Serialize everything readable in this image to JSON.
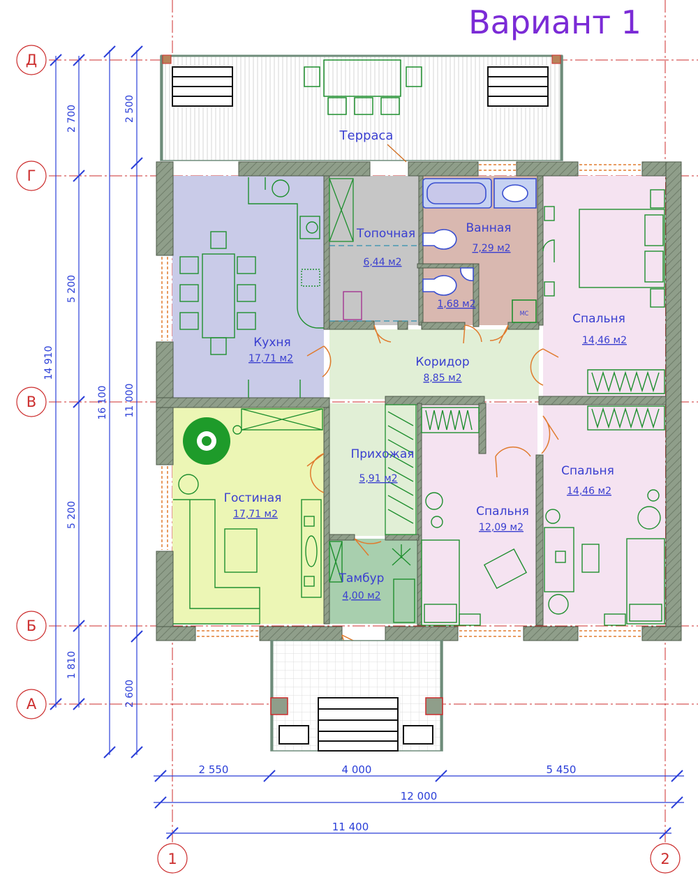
{
  "title": "Вариант 1",
  "colors": {
    "wall": "#8f9e8a",
    "axis": "#cc2d2d",
    "dim": "#2b3fd8",
    "title": "#7b2bd6",
    "room_text": "#3a3fd0",
    "furniture": "#1f8f2f",
    "kitchen": "#c9cbe8",
    "living": "#ecf6b5",
    "corridor": "#e1efd6",
    "boiler": "#c6c6c6",
    "bath": "#d9b8b0",
    "bedroom": "#f5e3f1",
    "tambur": "#a8cfae"
  },
  "axes": {
    "horizontal": [
      "Д",
      "Г",
      "В",
      "Б",
      "А"
    ],
    "vertical": [
      "1",
      "2"
    ]
  },
  "rooms": {
    "terrace": {
      "name": "Терраса"
    },
    "kitchen": {
      "name": "Кухня",
      "area": "17,71 м2"
    },
    "boiler": {
      "name": "Топочная",
      "area": "6,44 м2"
    },
    "bathroom": {
      "name": "Ванная",
      "area": "7,29 м2"
    },
    "wc": {
      "area": "1,68 м2"
    },
    "bedroom_top": {
      "name": "Спальня",
      "area": "14,46 м2"
    },
    "corridor": {
      "name": "Коридор",
      "area": "8,85 м2"
    },
    "living": {
      "name": "Гостиная",
      "area": "17,71 м2"
    },
    "hall": {
      "name": "Прихожая",
      "area": "5,91 м2"
    },
    "bedroom_mid": {
      "name": "Спальня",
      "area": "12,09 м2"
    },
    "bedroom_right": {
      "name": "Спальня",
      "area": "14,46 м2"
    },
    "tambur": {
      "name": "Тамбур",
      "area": "4,00 м2"
    },
    "ms_label": "МС"
  },
  "dims_left": {
    "outer": "14 910",
    "overall": "16 100",
    "inner": "11 000",
    "d_g": "2 700",
    "g_v": "5 200",
    "v_b": "5 200",
    "b_a": "1 810",
    "terrace": "2 500",
    "porch": "2 600"
  },
  "dims_bottom": {
    "seg1": "2 550",
    "seg2": "4 000",
    "seg3": "5 450",
    "total_outer": "12 000",
    "total_axes": "11 400"
  }
}
